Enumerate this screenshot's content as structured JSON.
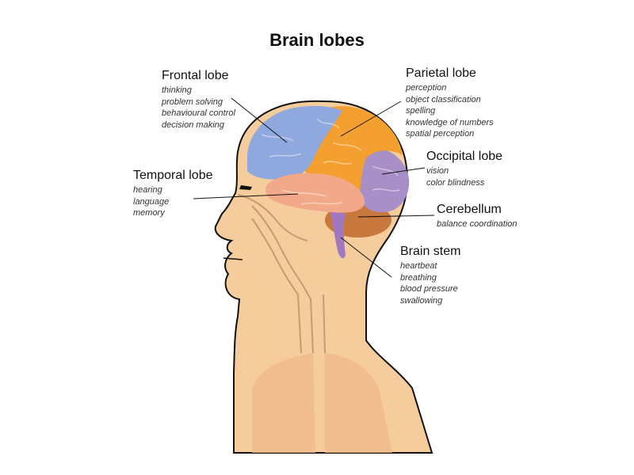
{
  "title": "Brain lobes",
  "colors": {
    "skin": "#f5cc9c",
    "skin_inner": "#f0b98b",
    "outline": "#111111",
    "frontal": "#8fa8de",
    "parietal": "#f4a030",
    "occipital": "#a88fc8",
    "temporal": "#f2a98a",
    "cerebellum": "#c8783c",
    "brain_stem": "#a078c0"
  },
  "lobes": [
    {
      "key": "frontal",
      "name": "Frontal lobe",
      "functions": [
        "thinking",
        "problem solving",
        "behavioural control",
        "decision making"
      ]
    },
    {
      "key": "temporal",
      "name": "Temporal lobe",
      "functions": [
        "hearing",
        "language",
        "memory"
      ]
    },
    {
      "key": "parietal",
      "name": "Parietal lobe",
      "functions": [
        "perception",
        "object classification",
        "spelling",
        "knowledge of numbers",
        "spatial perception"
      ]
    },
    {
      "key": "occipital",
      "name": "Occipital lobe",
      "functions": [
        "vision",
        "color blindness"
      ]
    },
    {
      "key": "cerebellum",
      "name": "Cerebellum",
      "functions": [
        "balance coordination"
      ]
    },
    {
      "key": "brain_stem",
      "name": "Brain stem",
      "functions": [
        "heartbeat",
        "breathing",
        "blood pressure",
        "swallowing"
      ]
    }
  ]
}
